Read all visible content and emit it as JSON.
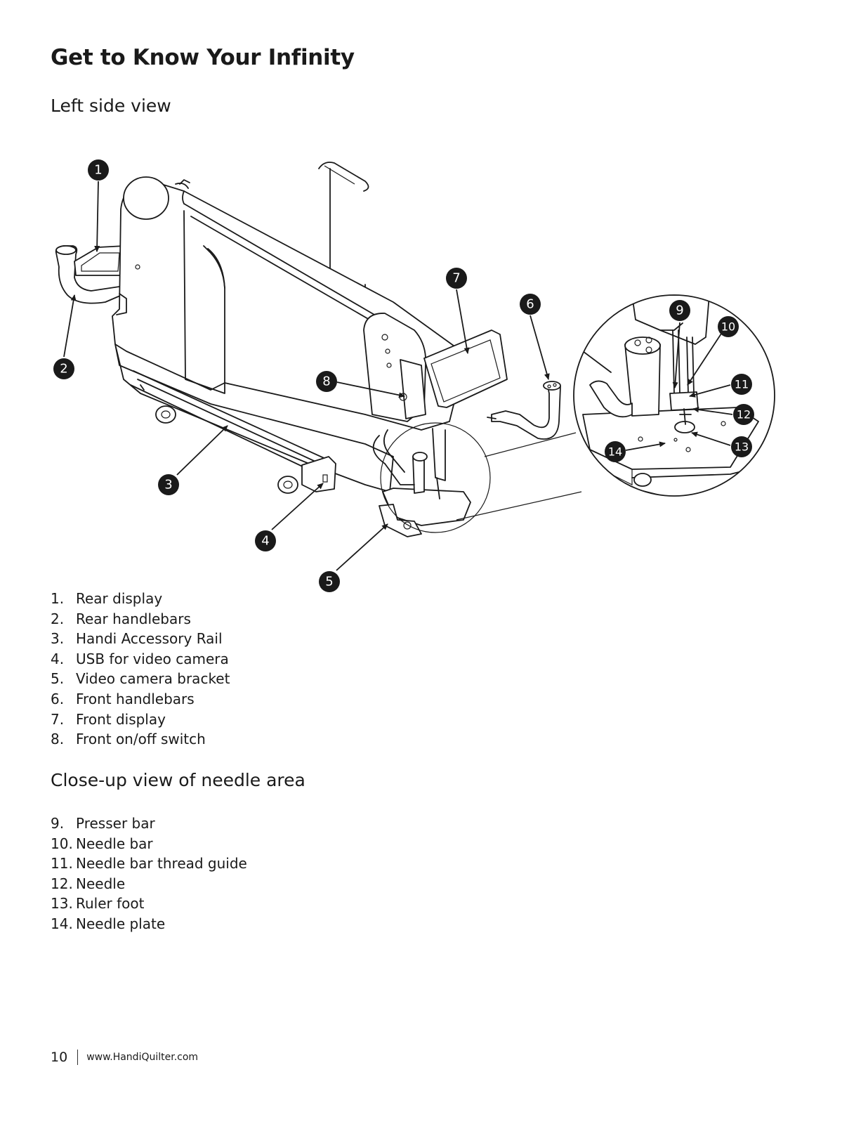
{
  "page": {
    "title": "Get to Know Your Infinity",
    "section_left_side": "Left side view",
    "section_closeup": "Close-up view of needle area"
  },
  "callouts": [
    "1",
    "2",
    "3",
    "4",
    "5",
    "6",
    "7",
    "8",
    "9",
    "10",
    "11",
    "12",
    "13",
    "14"
  ],
  "legend_left": [
    {
      "num": "1.",
      "label": "Rear display"
    },
    {
      "num": "2.",
      "label": "Rear handlebars"
    },
    {
      "num": "3.",
      "label": "Handi Accessory Rail"
    },
    {
      "num": "4.",
      "label": "USB for video camera"
    },
    {
      "num": "5.",
      "label": "Video camera bracket"
    },
    {
      "num": "6.",
      "label": "Front handlebars"
    },
    {
      "num": "7.",
      "label": "Front display"
    },
    {
      "num": "8.",
      "label": "Front on/off switch"
    }
  ],
  "legend_closeup": [
    {
      "num": "9.",
      "label": "Presser bar"
    },
    {
      "num": "10.",
      "label": "Needle bar"
    },
    {
      "num": "11.",
      "label": "Needle bar thread guide"
    },
    {
      "num": "12.",
      "label": "Needle"
    },
    {
      "num": "13.",
      "label": "Ruler foot"
    },
    {
      "num": "14.",
      "label": "Needle plate"
    }
  ],
  "footer": {
    "page_number": "10",
    "website": "www.HandiQuilter.com"
  }
}
